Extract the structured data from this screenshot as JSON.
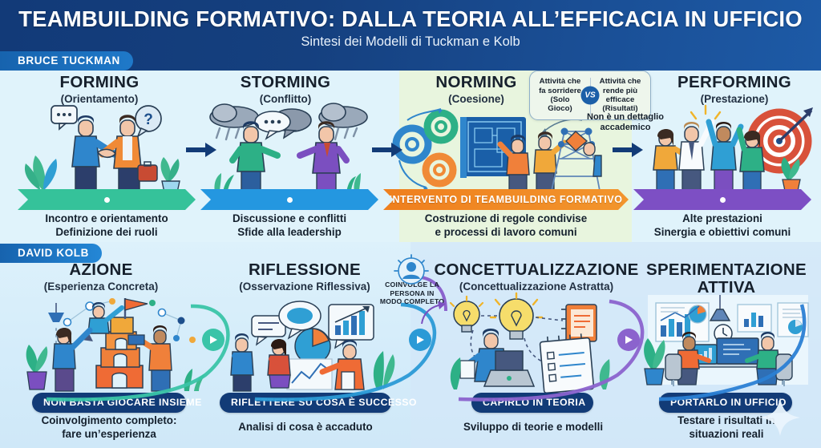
{
  "header": {
    "title": "TEAMBUILDING FORMATIVO: DALLA TEORIA ALL’EFFICACIA IN UFFICIO",
    "subtitle": "Sintesi dei Modelli di Tuckman e Kolb",
    "brand_dark": "#123a78",
    "brand_blue": "#1f79c9"
  },
  "tuckman": {
    "band_tag": "BRUCE TUCKMAN",
    "stages": [
      {
        "title": "FORMING",
        "subtitle": "(Orientamento)",
        "bar_label": "",
        "bar_color": "#35c29a",
        "caption_line1": "Incontro e orientamento",
        "caption_line2": "Definizione dei ruoli",
        "illustration": "handshake-two-people"
      },
      {
        "title": "STORMING",
        "subtitle": "(Conflitto)",
        "bar_label": "",
        "bar_color": "#2497e0",
        "caption_line1": "Discussione e conflitti",
        "caption_line2": "Sfide alla leadership",
        "illustration": "argument-rainclouds"
      },
      {
        "title": "NORMING",
        "subtitle": "(Coesione)",
        "bar_label": "INTERVENTO DI TEAMBUILDING FORMATIVO",
        "bar_color": "#f08a1c",
        "caption_line1": "Costruzione di regole condivise",
        "caption_line2": "e processi di lavoro comuni",
        "illustration": "gears-blueprint-tower"
      },
      {
        "title": "PERFORMING",
        "subtitle": "(Prestazione)",
        "bar_label": "",
        "bar_color": "#7d4fc4",
        "caption_line1": "Alte prestazioni",
        "caption_line2": "Sinergia e obiettivi comuni",
        "illustration": "team-highfive-target"
      }
    ],
    "callout": {
      "left_text": "Attività che fa sorridere (Solo Gioco)",
      "left_line1": "Attività che",
      "left_line2": "fa sorridere",
      "left_line3": "(Solo",
      "left_line4": "Gioco)",
      "badge": "VS",
      "right_line1": "Attività che",
      "right_line2": "rende più",
      "right_line3": "efficace",
      "right_line4": "(Risultati)",
      "note_line1": "Non è un dettaglio",
      "note_line2": "accademico"
    }
  },
  "kolb": {
    "band_tag": "DAVID KOLB",
    "annotation_line1": "COINVOLGE LA",
    "annotation_line2": "PERSONA IN",
    "annotation_line3": "MODO COMPLETO",
    "stages": [
      {
        "title": "AZIONE",
        "subtitle": "(Esperienza Concreta)",
        "pill": "NON BASTA GIOCARE INSIEME",
        "caption_line1": "Coinvolgimento completo:",
        "caption_line2": "fare un’esperienza",
        "arc_color": "#3ac4a8",
        "illustration": "block-tower-flag"
      },
      {
        "title": "RIFLESSIONE",
        "subtitle": "(Osservazione Riflessiva)",
        "pill": "RIFLETTERE SU COSA È SUCCESSO",
        "caption_line1": "Analisi di cosa è accaduto",
        "caption_line2": "",
        "arc_color": "#2b9ad6",
        "illustration": "charts-discussion"
      },
      {
        "title": "CONCETTUALIZZAZIONE",
        "subtitle": "(Concettualizzazione Astratta)",
        "pill": "CAPIRLO IN TEORIA",
        "caption_line1": "Sviluppo di teorie e modelli",
        "caption_line2": "",
        "arc_color": "#8b63cd",
        "illustration": "lightbulbs-notebook-laptop"
      },
      {
        "title": "SPERIMENTAZIONE",
        "subtitle": "ATTIVA",
        "pill": "PORTARLO IN UFFICIO",
        "caption_line1": "Testare i risultati in",
        "caption_line2": "situazioni reali",
        "arc_color": "#2b7fd4",
        "illustration": "office-workers-monitors"
      }
    ]
  }
}
